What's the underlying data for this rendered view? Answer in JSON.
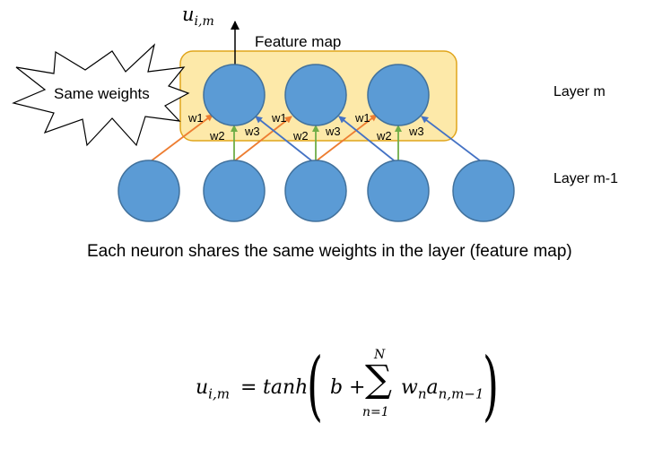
{
  "diagram": {
    "feature_map_label": "Feature map",
    "callout_label": "Same weights",
    "layer_m_label": "Layer m",
    "layer_m1_label": "Layer m-1",
    "output_label_base": "u",
    "output_label_sub": "i,m",
    "caption": "Each neuron shares the same weights in the layer (feature map)",
    "weights": [
      "w1",
      "w2",
      "w3"
    ],
    "colors": {
      "neuron_fill": "#5b9bd5",
      "neuron_stroke": "#41719c",
      "feature_map_fill": "#fde9a9",
      "feature_map_stroke": "#e0a51c",
      "w1_arrow": "#ed7d31",
      "w2_arrow": "#70ad47",
      "w3_arrow": "#4472c4"
    }
  },
  "formula": {
    "lhs_base": "u",
    "lhs_sub": "i,m",
    "equals": "=",
    "func": "tanh",
    "bias": "b",
    "plus": "+",
    "sum_upper": "N",
    "sum_lower": "n=1",
    "sigma": "∑",
    "w_base": "w",
    "w_sub": "n",
    "a_base": "a",
    "a_sub": "n,m−1"
  }
}
